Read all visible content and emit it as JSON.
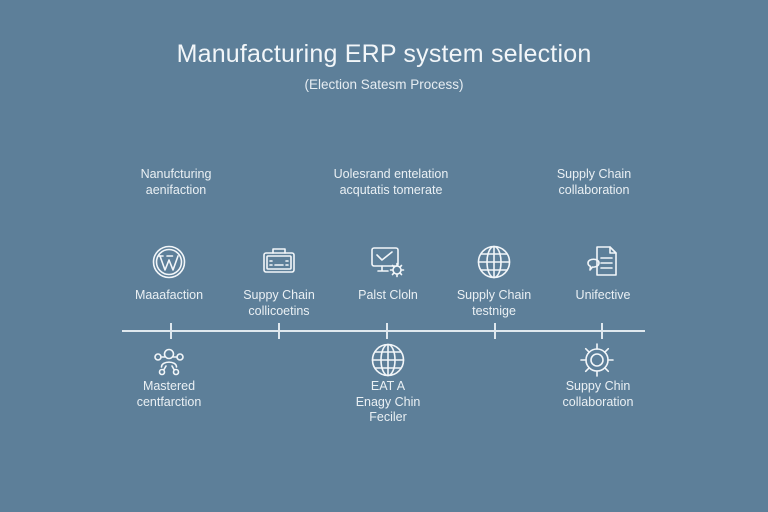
{
  "title": "Manufacturing ERP system selection",
  "subtitle": "(Election Satesm Process)",
  "top_labels": [
    "Nanufcturing\naenifaction",
    "Uolesrand entelation\nacqutatis tomerate",
    "Supply Chain\ncollaboration"
  ],
  "upper_items": [
    {
      "icon": "wordpress-icon",
      "label": "Maaafaction"
    },
    {
      "icon": "card-reader-icon",
      "label": "Suppy Chain\ncollicoetins"
    },
    {
      "icon": "monitor-gear-icon",
      "label": "Palst Cloln"
    },
    {
      "icon": "globe-icon",
      "label": "Supply Chain\ntestnige"
    },
    {
      "icon": "document-chat-icon",
      "label": "Unifective"
    }
  ],
  "lower_items": [
    {
      "icon": "team-network-icon",
      "label": "Mastered\ncentfarction"
    },
    {
      "icon": "globe-icon",
      "label": "EAT A\nEnagy Chin\nFeciler"
    },
    {
      "icon": "gear-icon",
      "label": "Suppy Chin\ncollaboration"
    }
  ],
  "colors": {
    "background": "#5d7f99",
    "foreground": "#f2f6f9"
  }
}
